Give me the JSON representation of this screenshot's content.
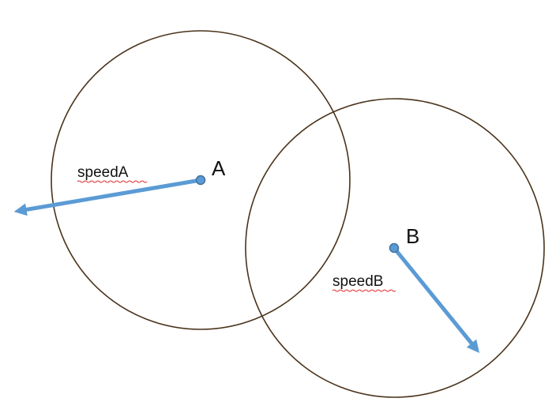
{
  "labels": {
    "point_a": "A",
    "point_b": "B",
    "speed_a": "speedA",
    "speed_b": "speedB"
  },
  "colors": {
    "circle_stroke": "#4a331c",
    "vector": "#5b9bd5",
    "dot_fill": "#5b9bd5",
    "dot_stroke": "#41719c",
    "spellcheck_underline": "#e03030"
  }
}
